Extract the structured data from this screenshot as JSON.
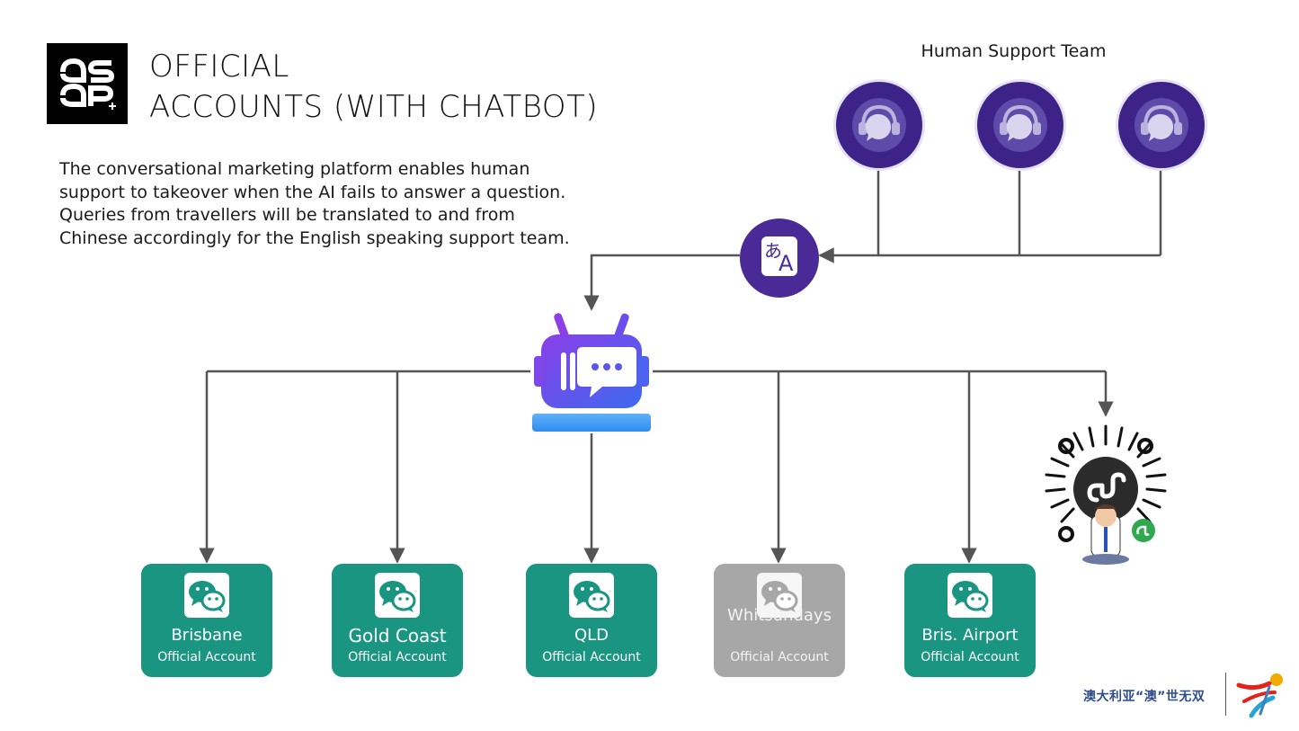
{
  "header": {
    "title_line1": "OFFICIAL",
    "title_line2": "ACCOUNTS (WITH CHATBOT)"
  },
  "description": "The conversational marketing platform enables human support to takeover when the AI fails to answer a question. Queries from travellers will be translated to and from Chinese accordingly for the English speaking support team.",
  "support_team": {
    "label": "Human Support Team",
    "agents": [
      "headset-agent-icon",
      "headset-agent-icon",
      "headset-agent-icon"
    ]
  },
  "translator": {
    "icon": "translate-icon",
    "glyph_cn": "あ",
    "glyph_en": "A"
  },
  "chatbot": {
    "icon": "chatbot-robot-icon"
  },
  "accounts": [
    {
      "name": "Brisbane",
      "sub": "Official Account",
      "status": "active"
    },
    {
      "name": "Gold Coast",
      "sub": "Official Account",
      "status": "active"
    },
    {
      "name": "QLD",
      "sub": "Official Account",
      "status": "active"
    },
    {
      "name": "Whitsundays",
      "sub": "Official Account",
      "status": "inactive"
    },
    {
      "name": "Bris. Airport",
      "sub": "Official Account",
      "status": "active"
    }
  ],
  "mini_program": {
    "icon": "mini-program-qr-icon"
  },
  "footer": {
    "brand_text": "澳大利亚“澳”世无双"
  },
  "colors": {
    "account_green": "#1a9581",
    "account_grey": "#a7a7a7",
    "purple": "#3d2287",
    "connector": "#555555"
  }
}
